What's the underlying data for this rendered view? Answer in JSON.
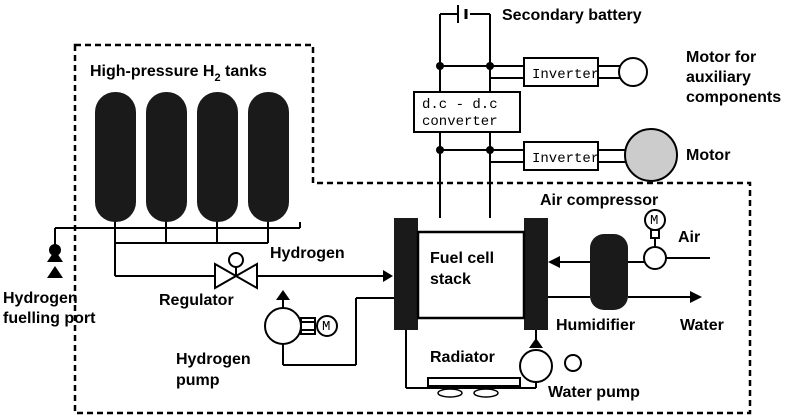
{
  "labels": {
    "tanks_title": "High-pressure H",
    "tanks_sub": "2",
    "tanks_tail": " tanks",
    "secondary_battery": "Secondary battery",
    "motor_aux_1": "Motor for",
    "motor_aux_2": "auxiliary",
    "motor_aux_3": "components",
    "inverter_1": "Inverter",
    "inverter_2": "Inverter",
    "converter_1": "d.c - d.c",
    "converter_2": "converter",
    "motor": "Motor",
    "air_compressor": "Air compressor",
    "air": "Air",
    "hydrogen": "Hydrogen",
    "fuel_cell_1": "Fuel cell",
    "fuel_cell_2": "stack",
    "regulator": "Regulator",
    "hydrogen_port_1": "Hydrogen",
    "hydrogen_port_2": "fuelling port",
    "humidifier": "Humidifier",
    "water": "Water",
    "radiator": "Radiator",
    "hydrogen_pump_1": "Hydrogen",
    "hydrogen_pump_2": "pump",
    "water_pump": "Water pump"
  },
  "colors": {
    "ink": "#000000",
    "motor_fill": "#cccccc",
    "tank_fill": "#1a1a1a"
  }
}
